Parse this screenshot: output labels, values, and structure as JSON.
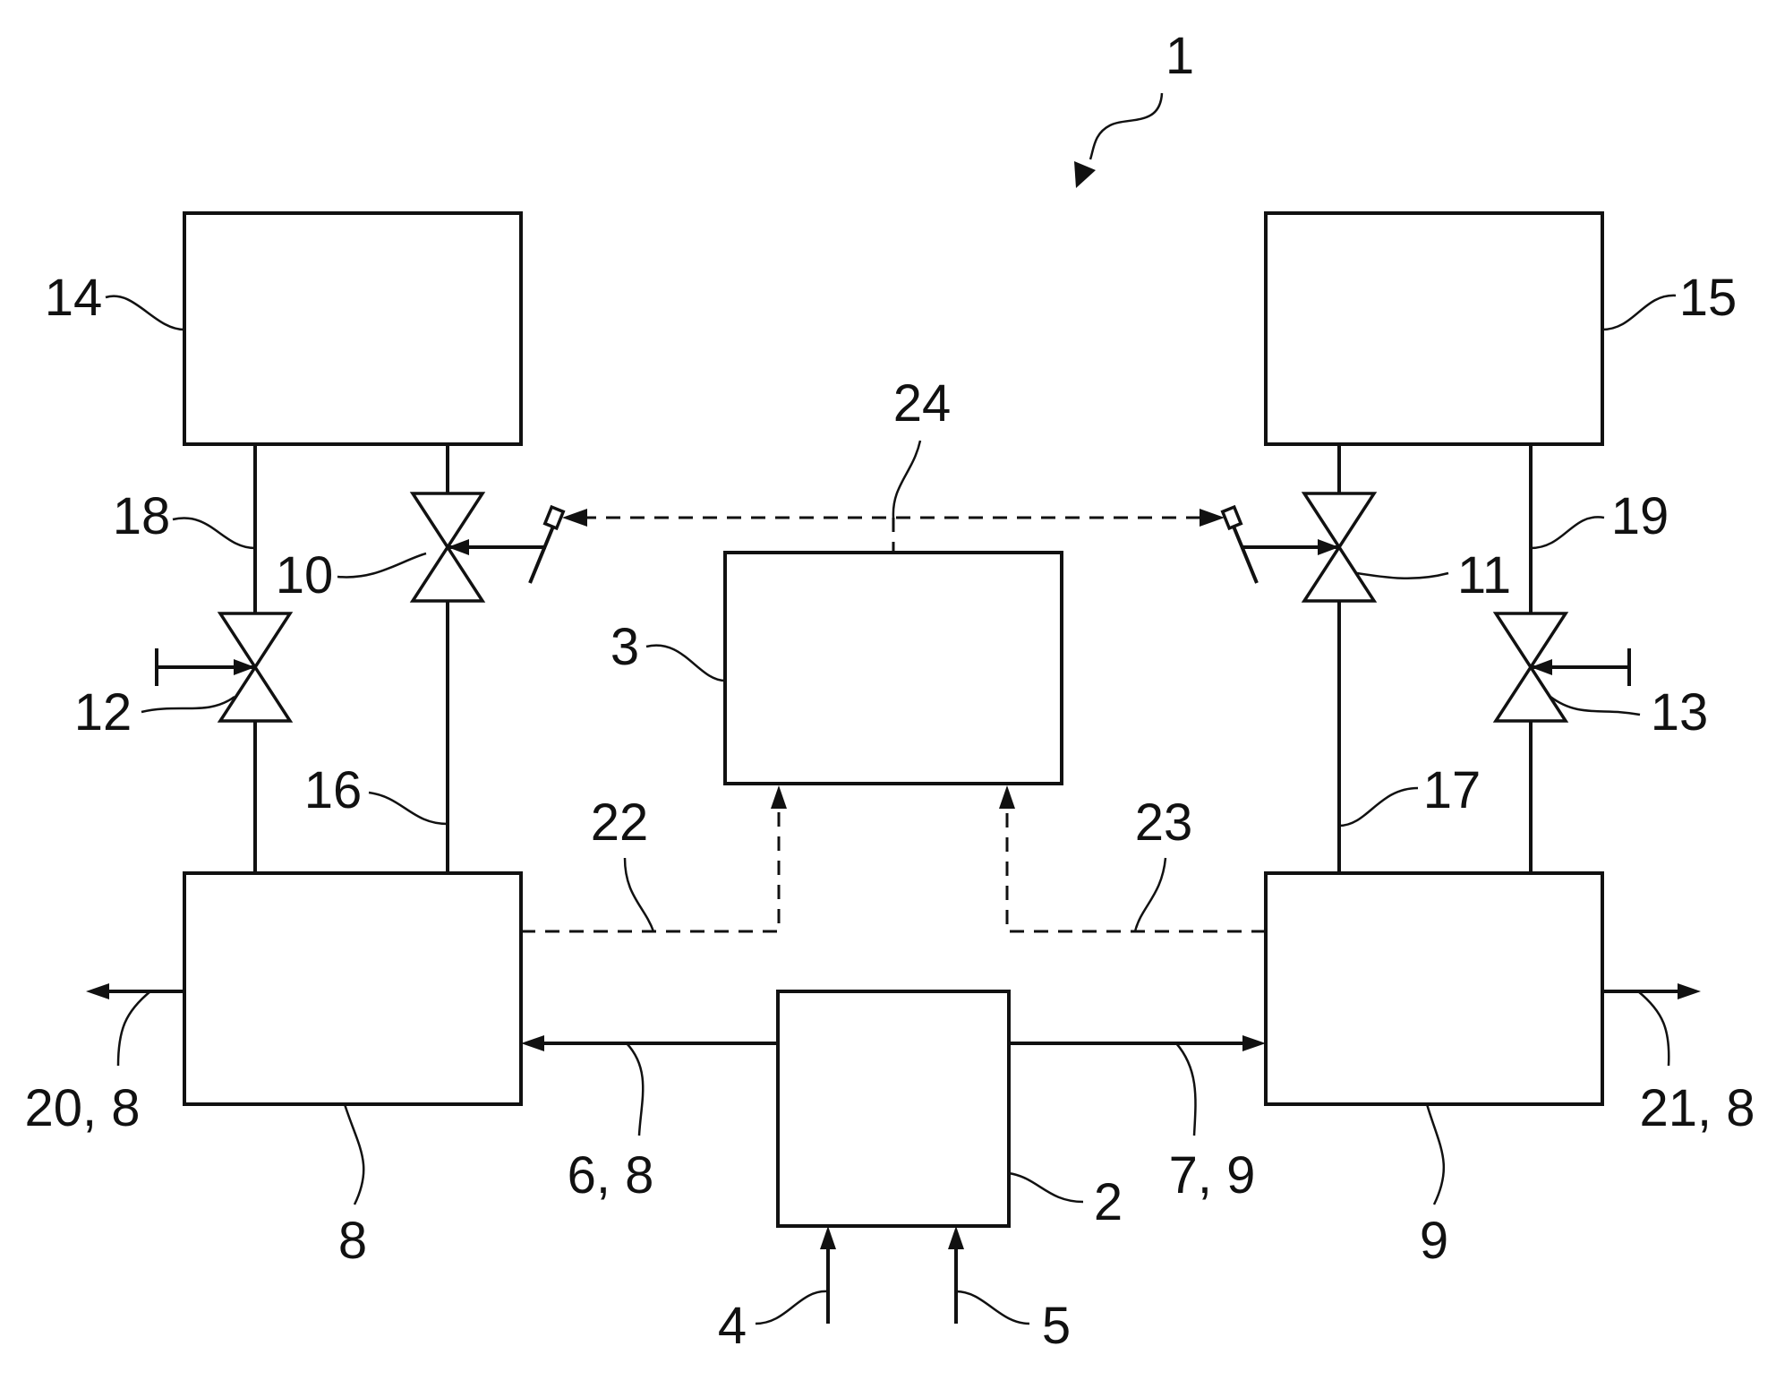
{
  "labels": {
    "system": "1",
    "box_2": "2",
    "box_3": "3",
    "line_4": "4",
    "line_5": "5",
    "line_6": "6, 8",
    "line_7": "7, 9",
    "box_8": "8",
    "box_9": "9",
    "valve_10": "10",
    "valve_11": "11",
    "valve_12": "12",
    "valve_13": "13",
    "box_14": "14",
    "box_15": "15",
    "line_16": "16",
    "line_17": "17",
    "line_18": "18",
    "line_19": "19",
    "out_20": "20, 8",
    "out_21": "21, 8",
    "signal_22": "22",
    "signal_23": "23",
    "signal_24": "24"
  }
}
